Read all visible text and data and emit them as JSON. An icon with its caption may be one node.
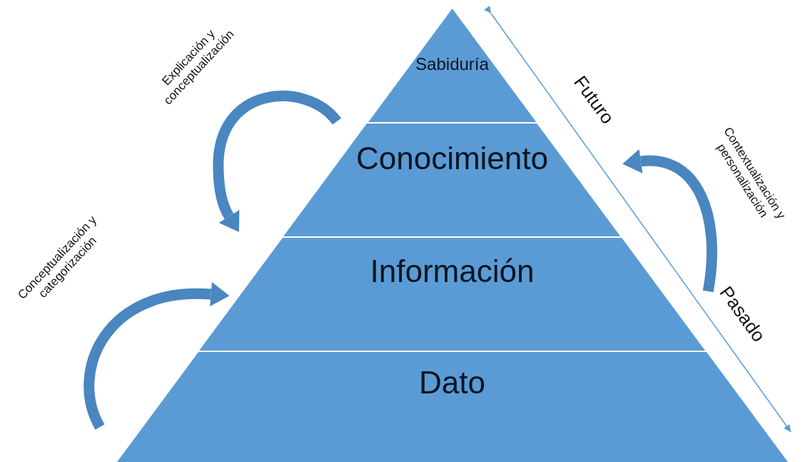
{
  "diagram": {
    "nodes": [
      {
        "text": [
          "Sabiduría"
        ]
      },
      {
        "text": [
          "Conocimiento"
        ]
      },
      {
        "text": [
          "Información"
        ]
      },
      {
        "text": [
          "Dato"
        ]
      }
    ],
    "edges": [
      {
        "from": null,
        "to": 2,
        "arrow": "to",
        "label": "Conceptualización y categorización"
      },
      {
        "from": null,
        "to": 2,
        "arrow": "to",
        "label": "Explicación y conceptualización"
      },
      {
        "from": null,
        "to": 1,
        "arrow": "to",
        "label": "Contextualización y personalización"
      }
    ],
    "labels": [
      "Futuro",
      "Pasado"
    ]
  }
}
